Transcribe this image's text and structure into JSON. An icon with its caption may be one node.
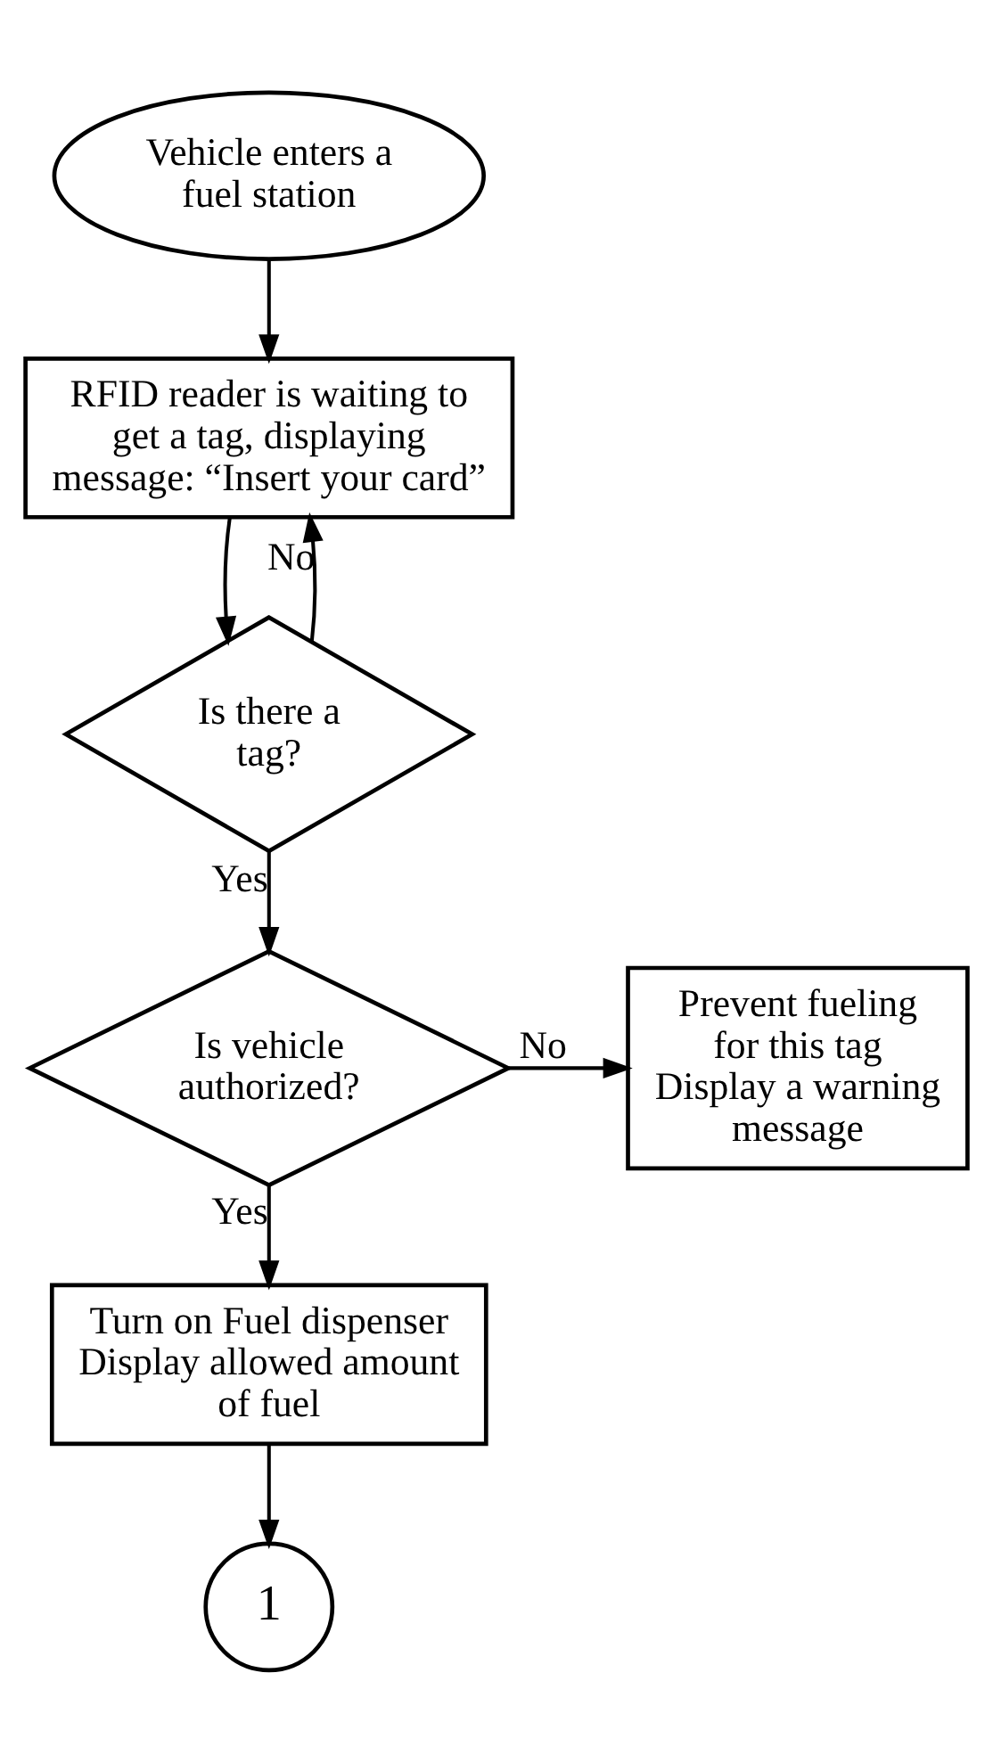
{
  "diagram": {
    "nodes": [
      {
        "text": [
          "Vehicle enters a fuel station"
        ]
      },
      {
        "text": [
          "RFID reader is waiting to get a tag, displaying message: “Insert your card”"
        ]
      },
      {
        "text": [
          "Is there a tag?"
        ]
      },
      {
        "text": [
          "Is vehicle authorized?"
        ]
      },
      {
        "text": [
          "Prevent fueling for this tag",
          "Display a warning message"
        ]
      },
      {
        "text": [
          "Turn on Fuel dispenser",
          "Display allowed amount of fuel"
        ]
      },
      {
        "text": [
          "1"
        ]
      }
    ],
    "edges": [
      {
        "from": 0,
        "to": 1,
        "arrow": "to"
      },
      {
        "from": 1,
        "to": 2,
        "arrow": "to"
      },
      {
        "from": 2,
        "to": 1,
        "arrow": "to",
        "label": "No"
      },
      {
        "from": 2,
        "to": 3,
        "arrow": "to",
        "label": "Yes"
      },
      {
        "from": 3,
        "to": 4,
        "arrow": "to",
        "label": "No"
      },
      {
        "from": 3,
        "to": 5,
        "arrow": "to",
        "label": "Yes"
      },
      {
        "from": 5,
        "to": 6,
        "arrow": "to"
      }
    ]
  }
}
